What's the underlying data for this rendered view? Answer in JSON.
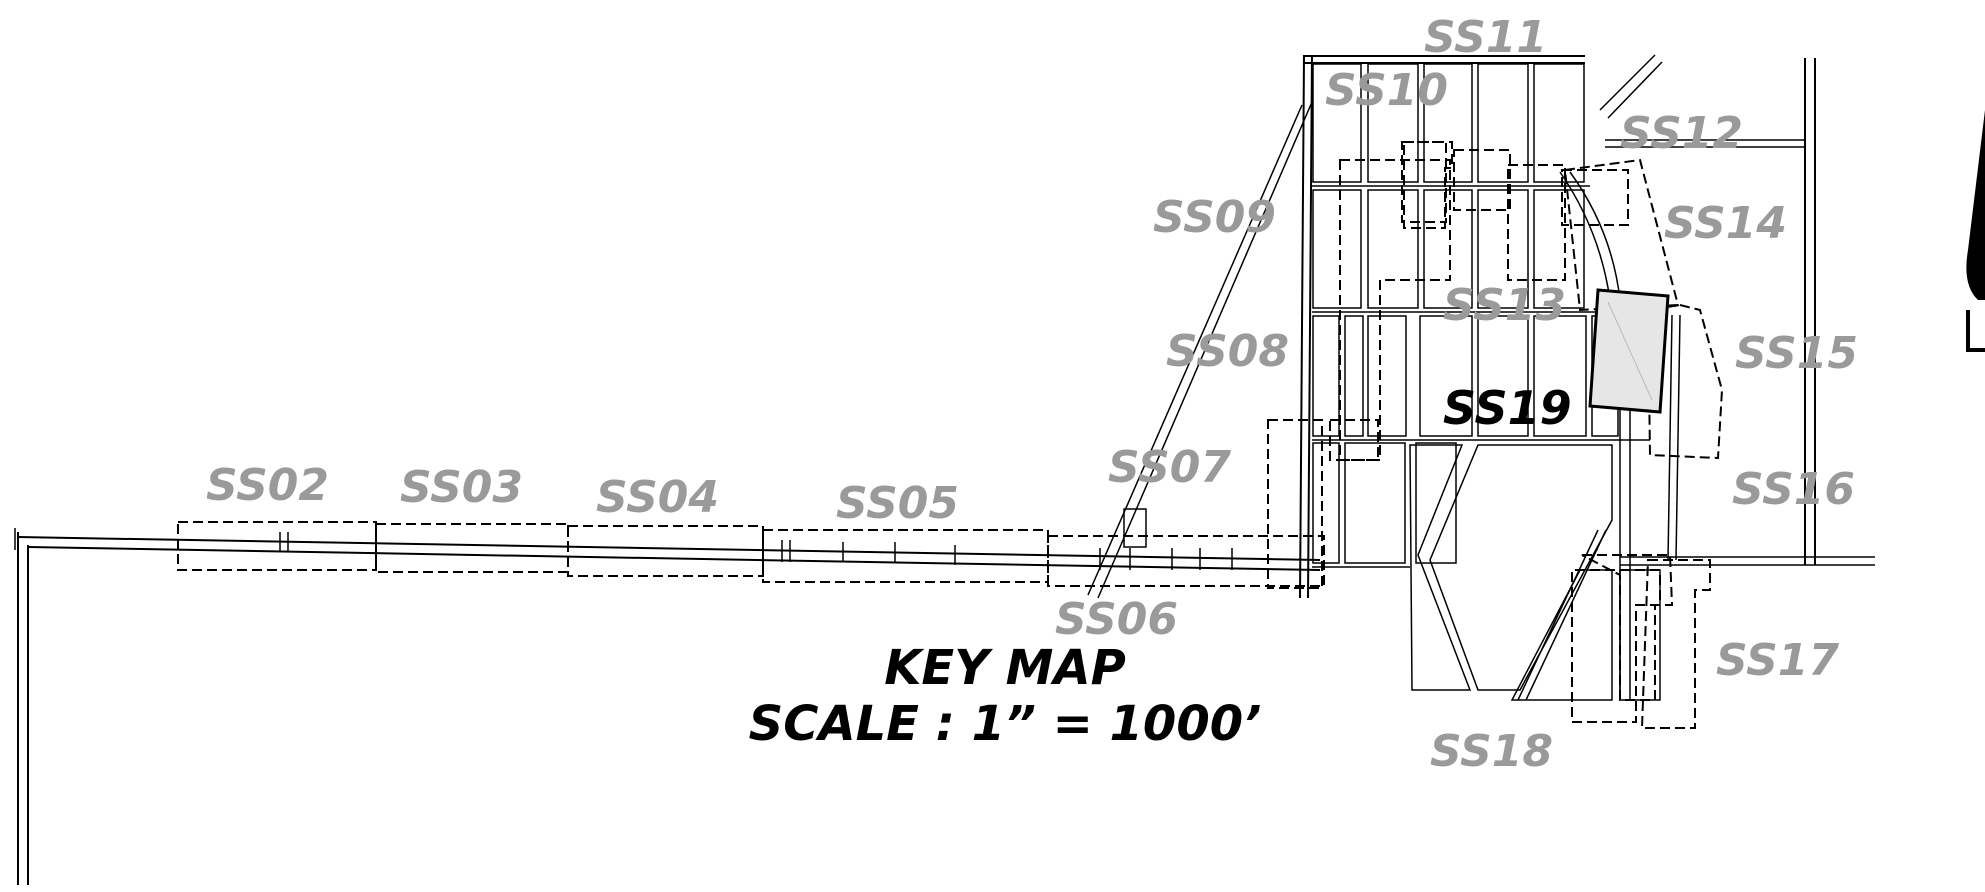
{
  "key_map": {
    "title": "KEY MAP",
    "scale": "SCALE : 1” = 1000’"
  },
  "sheets": [
    {
      "id": "SS02",
      "active": false
    },
    {
      "id": "SS03",
      "active": false
    },
    {
      "id": "SS04",
      "active": false
    },
    {
      "id": "SS05",
      "active": false
    },
    {
      "id": "SS06",
      "active": false
    },
    {
      "id": "SS07",
      "active": false
    },
    {
      "id": "SS08",
      "active": false
    },
    {
      "id": "SS09",
      "active": false
    },
    {
      "id": "SS10",
      "active": false
    },
    {
      "id": "SS11",
      "active": false
    },
    {
      "id": "SS12",
      "active": false
    },
    {
      "id": "SS13",
      "active": false
    },
    {
      "id": "SS14",
      "active": false
    },
    {
      "id": "SS15",
      "active": false
    },
    {
      "id": "SS16",
      "active": false
    },
    {
      "id": "SS17",
      "active": false
    },
    {
      "id": "SS18",
      "active": false
    },
    {
      "id": "SS19",
      "active": true
    }
  ],
  "colors": {
    "label_inactive": "#9a9a9a",
    "label_active": "#000000",
    "highlight_fill": "#e6e6e6"
  },
  "icons": {
    "north_arrow": "north-arrow-icon"
  }
}
